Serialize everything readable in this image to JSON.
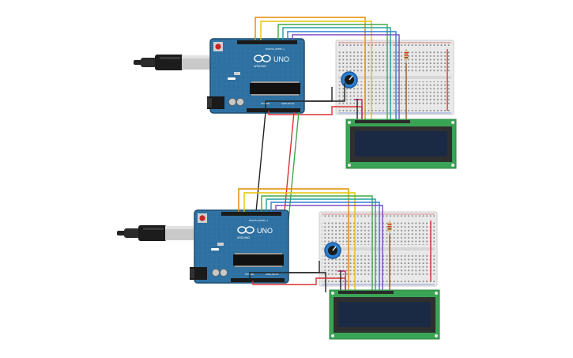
{
  "circuits": [
    {
      "id": "top",
      "board": {
        "label_model": "UNO",
        "label_brand": "ARDUINO",
        "label_digital": "DIGITAL (PWM ~)",
        "label_analog": "ANALOG IN",
        "label_power": "POWER"
      }
    },
    {
      "id": "bottom",
      "board": {
        "label_model": "UNO",
        "label_brand": "ARDUINO",
        "label_digital": "DIGITAL (PWM ~)",
        "label_analog": "ANALOG IN",
        "label_power": "POWER"
      }
    }
  ],
  "colors": {
    "board_blue": "#2d6d9c",
    "board_dark": "#1f4f74",
    "lcd_green": "#3aa455",
    "lcd_screen": "#1b2a44",
    "breadboard": "#e8e8e8",
    "wire_orange": "#e38a00",
    "wire_yellow": "#e7c300",
    "wire_green": "#42a845",
    "wire_teal": "#1ea39a",
    "wire_blue": "#2a7fd0",
    "wire_purple": "#7b4bc2",
    "wire_red": "#d93030",
    "wire_black": "#222222",
    "wire_brown": "#8b5a2b",
    "wire_magenta": "#c0256b"
  },
  "icons": [
    "usb-cable-icon",
    "potentiometer-icon",
    "resistor-icon",
    "reset-button-icon",
    "power-jack-icon",
    "capacitor-icon",
    "chip-icon",
    "arduino-logo-icon"
  ]
}
